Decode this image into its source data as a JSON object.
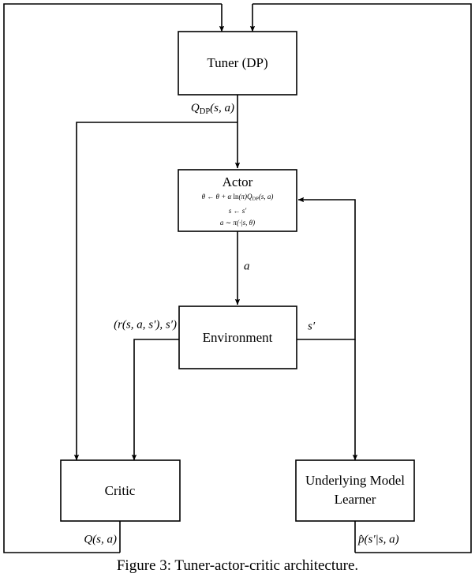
{
  "figure": {
    "caption": "Figure 3: Tuner-actor-critic architecture.",
    "stroke_color": "#000000",
    "background_color": "#ffffff"
  },
  "nodes": {
    "tuner": {
      "title": "Tuner (DP)"
    },
    "actor": {
      "title": "Actor",
      "line1_a": "θ ← θ + α ",
      "line1_ln": "ln",
      "line1_b": "(π)",
      "line1_q": "Q",
      "line1_sub": "DP",
      "line1_args": "(s, a)",
      "line2": "s ← s′",
      "line3": "a ∼ π(·|s, θ)"
    },
    "environment": {
      "title": "Environment"
    },
    "critic": {
      "title": "Critic"
    },
    "model_learner": {
      "title_line1": "Underlying Model",
      "title_line2": "Learner"
    }
  },
  "edge_labels": {
    "q_dp": {
      "symbol": "Q",
      "subscript": "DP",
      "args": "(s, a)"
    },
    "action": "a",
    "reward_tuple": "(r(s, a, s′), s′)",
    "next_state": "s′",
    "q_value": "Q(s, a)",
    "p_hat": "p̂(s′|s, a)"
  }
}
